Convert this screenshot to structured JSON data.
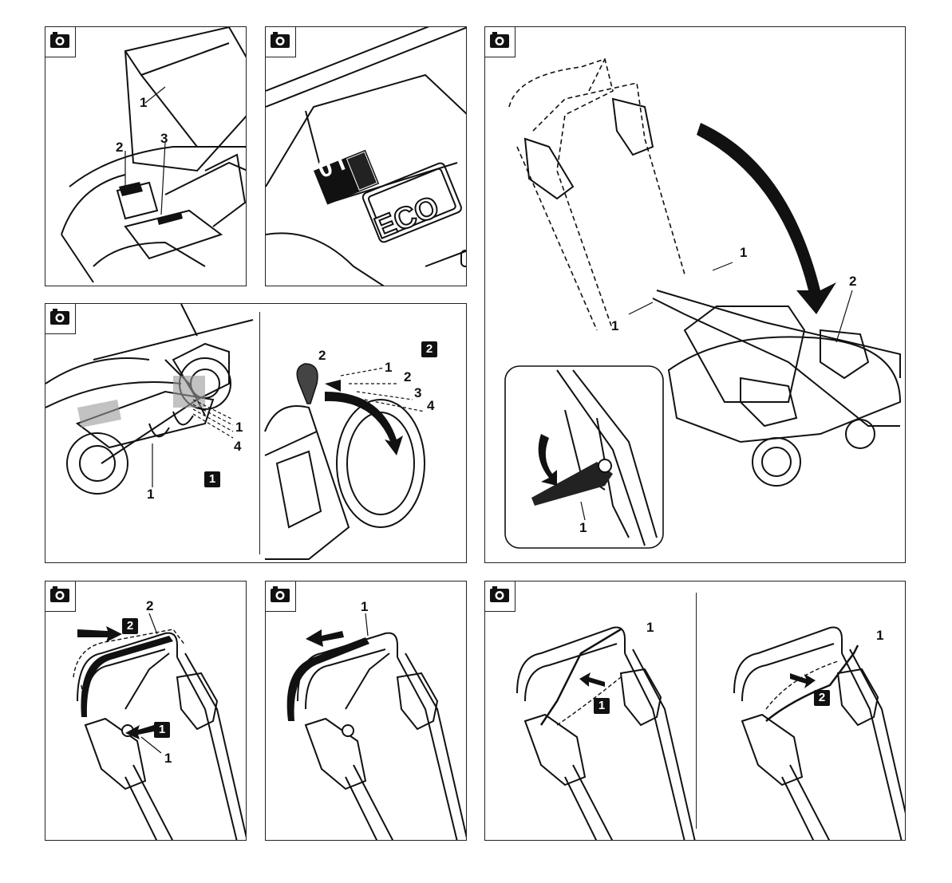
{
  "panels": {
    "p1": {
      "labels": [
        "1",
        "2",
        "3"
      ]
    },
    "p2": {
      "switch_text": "0 I",
      "eco_text": "ECO"
    },
    "p3": {
      "labels": [
        "1",
        "2"
      ]
    },
    "p4": {
      "labels": [
        "1",
        "4",
        "1"
      ],
      "step": "1"
    },
    "p5": {
      "labels": [
        "2",
        "1",
        "2",
        "3",
        "4"
      ],
      "step": "2"
    },
    "p6": {
      "labels": [
        "2",
        "1"
      ],
      "steps": [
        "2",
        "1"
      ]
    },
    "p7": {
      "labels": [
        "1"
      ]
    },
    "p8": {
      "labels": [
        "1",
        "1"
      ],
      "steps": [
        "1",
        "2"
      ]
    }
  },
  "icons": {
    "camera": "camera-icon"
  }
}
